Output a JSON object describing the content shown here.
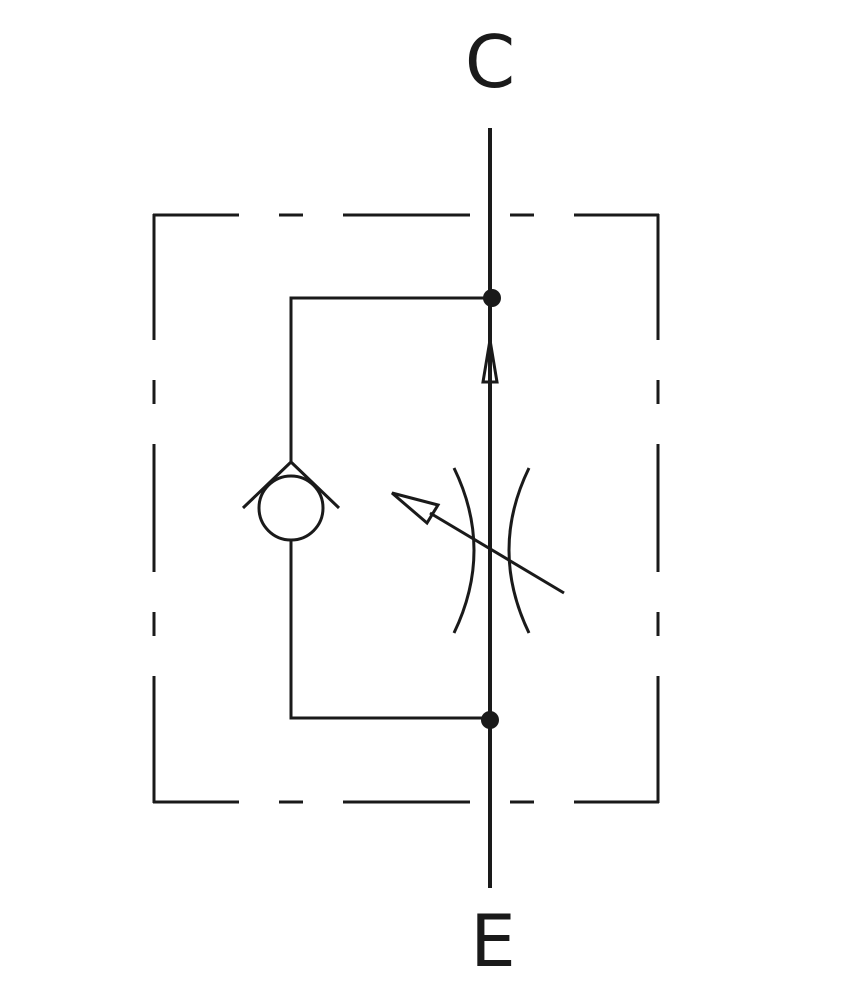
{
  "ports": {
    "top": "C",
    "bottom": "E"
  },
  "components": {
    "enclosure": "dash-dot-boundary",
    "check_valve": "check-valve-symbol",
    "throttle": "adjustable-throttle-symbol"
  },
  "colors": {
    "line": "#1a1a1a",
    "background": "#ffffff"
  }
}
